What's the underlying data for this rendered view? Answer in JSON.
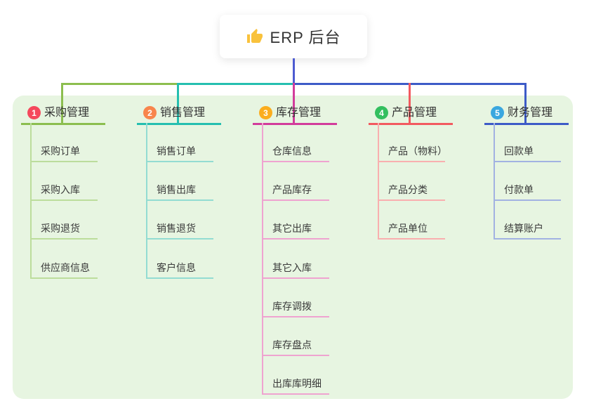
{
  "page": {
    "background": "#FFFFFF",
    "panel_background": "#E7F5E1",
    "title_text_color": "#333333",
    "item_text_color": "#3A3A3A"
  },
  "root": {
    "label": "ERP 后台",
    "icon": "thumbs-up",
    "icon_color": "#F9C23C",
    "connector_color": "#4D5BD1"
  },
  "branches": [
    {
      "badge": "1",
      "title": "采购管理",
      "badge_color": "#F5485C",
      "line_color": "#8CBE4F",
      "light_line_color": "#BCDD9C",
      "items": [
        "采购订单",
        "采购入库",
        "采购退货",
        "供应商信息"
      ]
    },
    {
      "badge": "2",
      "title": "销售管理",
      "badge_color": "#F8854C",
      "line_color": "#25BFB0",
      "light_line_color": "#93DCD2",
      "items": [
        "销售订单",
        "销售出库",
        "销售退货",
        "客户信息"
      ]
    },
    {
      "badge": "3",
      "title": "库存管理",
      "badge_color": "#FBAD1E",
      "line_color": "#D23C9B",
      "light_line_color": "#EFA3D0",
      "items": [
        "仓库信息",
        "产品库存",
        "其它出库",
        "其它入库",
        "库存调拨",
        "库存盘点",
        "出库库明细"
      ]
    },
    {
      "badge": "4",
      "title": "产品管理",
      "badge_color": "#33BF5F",
      "line_color": "#F25A60",
      "light_line_color": "#F9AFAF",
      "items": [
        "产品（物料）",
        "产品分类",
        "产品单位"
      ]
    },
    {
      "badge": "5",
      "title": "财务管理",
      "badge_color": "#3AA7DF",
      "line_color": "#3D5BC7",
      "light_line_color": "#A2B2E2",
      "items": [
        "回款单",
        "付款单",
        "结算账户"
      ]
    }
  ]
}
